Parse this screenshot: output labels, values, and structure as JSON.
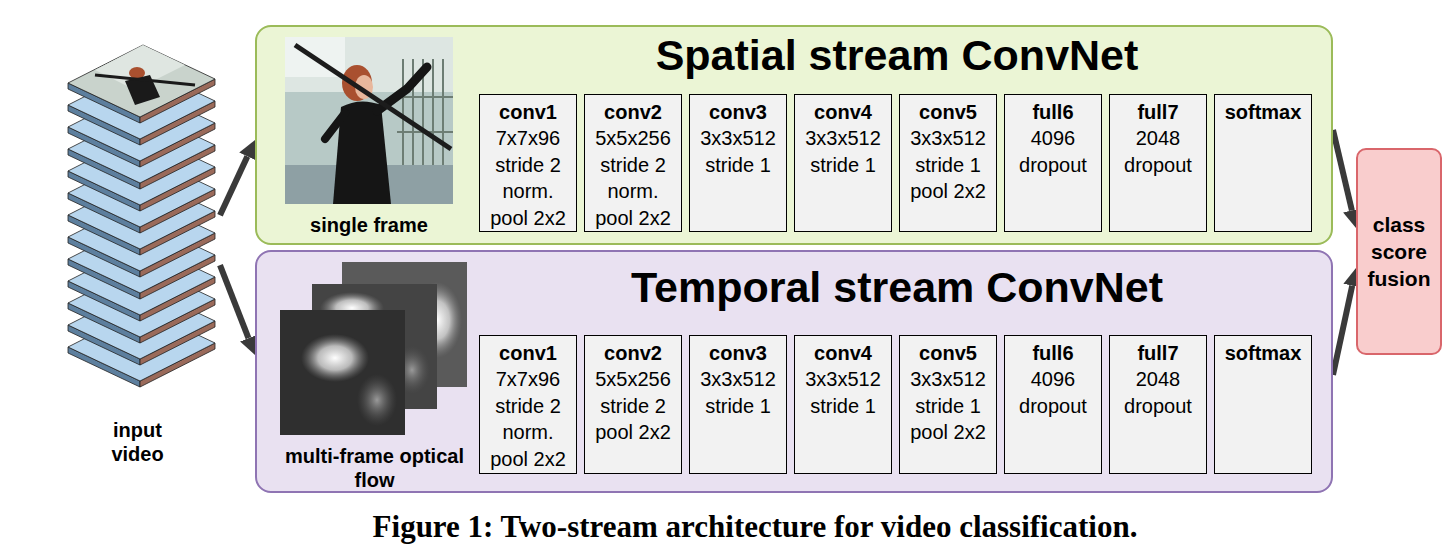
{
  "diagram": {
    "caption": "Figure 1: Two-stream architecture for video classification.",
    "nodes": [
      {
        "text": [
          "input video"
        ]
      },
      {
        "text": [
          "Spatial stream ConvNet"
        ]
      },
      {
        "text": [
          "single frame"
        ],
        "in": 1
      },
      {
        "text": [
          "conv1",
          "7x7x96 stride 2 norm. pool 2x2"
        ],
        "in": 1
      },
      {
        "text": [
          "conv2",
          "5x5x256 stride 2 norm. pool 2x2"
        ],
        "in": 1
      },
      {
        "text": [
          "conv3",
          "3x3x512 stride 1"
        ],
        "in": 1
      },
      {
        "text": [
          "conv4",
          "3x3x512 stride 1"
        ],
        "in": 1
      },
      {
        "text": [
          "conv5",
          "3x3x512 stride 1 pool 2x2"
        ],
        "in": 1
      },
      {
        "text": [
          "full6",
          "4096 dropout"
        ],
        "in": 1
      },
      {
        "text": [
          "full7",
          "2048 dropout"
        ],
        "in": 1
      },
      {
        "text": [
          "softmax"
        ],
        "in": 1
      },
      {
        "text": [
          "Temporal stream ConvNet"
        ]
      },
      {
        "text": [
          "multi-frame optical flow"
        ],
        "in": 11
      },
      {
        "text": [
          "conv1",
          "7x7x96 stride 2 norm. pool 2x2"
        ],
        "in": 11
      },
      {
        "text": [
          "conv2",
          "5x5x256 stride 2 pool 2x2"
        ],
        "in": 11
      },
      {
        "text": [
          "conv3",
          "3x3x512 stride 1"
        ],
        "in": 11
      },
      {
        "text": [
          "conv4",
          "3x3x512 stride 1"
        ],
        "in": 11
      },
      {
        "text": [
          "conv5",
          "3x3x512 stride 1 pool 2x2"
        ],
        "in": 11
      },
      {
        "text": [
          "full6",
          "4096 dropout"
        ],
        "in": 11
      },
      {
        "text": [
          "full7",
          "2048 dropout"
        ],
        "in": 11
      },
      {
        "text": [
          "softmax"
        ],
        "in": 11
      },
      {
        "text": [
          "class score fusion"
        ]
      }
    ],
    "edges": [
      {
        "from": 0,
        "to": 1,
        "arrow": "to"
      },
      {
        "from": 0,
        "to": 11,
        "arrow": "to"
      },
      {
        "from": 1,
        "to": 21,
        "arrow": "to"
      },
      {
        "from": 11,
        "to": 21,
        "arrow": "to"
      }
    ]
  }
}
